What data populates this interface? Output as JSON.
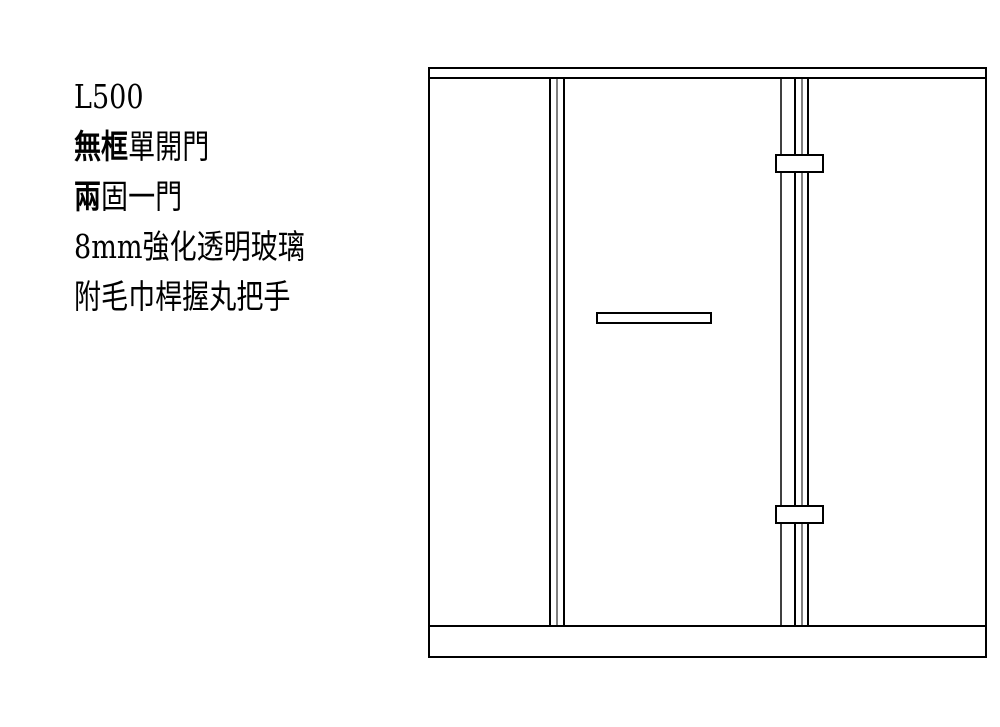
{
  "spec": {
    "model": "L500",
    "line2": {
      "bold": "無框",
      "rest": "單開門"
    },
    "line3": {
      "bold": "兩",
      "rest": "固一門"
    },
    "line4": "8mm強化透明玻璃",
    "line5": "附毛巾桿握丸把手"
  },
  "colors": {
    "stroke": "#000000",
    "background": "#ffffff"
  }
}
